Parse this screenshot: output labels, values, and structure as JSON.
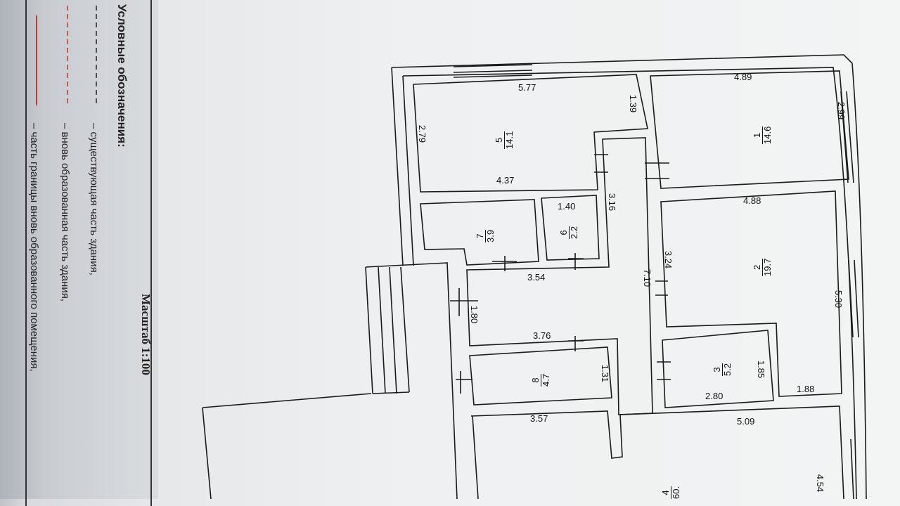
{
  "legend": {
    "title": "Условные обозначения:",
    "items": [
      {
        "style": "dashed-black",
        "color": "#222222",
        "text": "– существующая часть здания,"
      },
      {
        "style": "dashed-red",
        "color": "#c0392b",
        "text": "– вновь образованная часть здания,"
      },
      {
        "style": "solid-red",
        "color": "#c0392b",
        "text": "– часть границы вновь образованного помещения,"
      }
    ]
  },
  "scale": "Масштаб 1:100",
  "rooms": [
    {
      "number": "1",
      "area": "14.6"
    },
    {
      "number": "2",
      "area": "19.7"
    },
    {
      "number": "3",
      "area": "5.2"
    },
    {
      "number": "4",
      "area": "60."
    },
    {
      "number": "5",
      "area": "14.1"
    },
    {
      "number": "6",
      "area": "2.2"
    },
    {
      "number": "7",
      "area": "3.9"
    },
    {
      "number": "8",
      "area": "4.7"
    }
  ],
  "dimensions": {
    "d_4_89": "4.89",
    "d_2_99": "2.99",
    "d_5_77": "5.77",
    "d_1_39": "1.39",
    "d_2_79": "2.79",
    "d_4_37": "4.37",
    "d_4_88": "4.88",
    "d_3_16": "3.16",
    "d_1_40": "1.40",
    "d_3_24": "3.24",
    "d_7_10": "7.10",
    "d_5_30": "5.30",
    "d_3_54": "3.54",
    "d_1_80": "1.80",
    "d_3_76": "3.76",
    "d_1_31": "1.31",
    "d_1_85": "1.85",
    "d_2_80": "2.80",
    "d_1_88": "1.88",
    "d_5_09": "5.09",
    "d_3_57": "3.57",
    "d_4_54": "4.54"
  }
}
